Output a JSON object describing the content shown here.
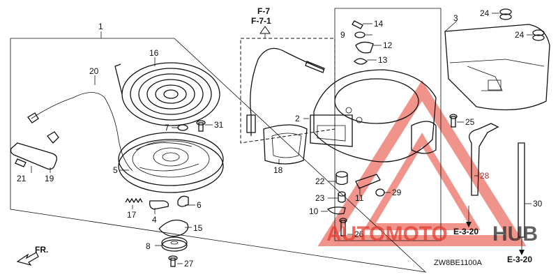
{
  "diagram": {
    "parts": [
      {
        "id": "p1",
        "label": "1"
      },
      {
        "id": "p2",
        "label": "2"
      },
      {
        "id": "p3",
        "label": "3"
      },
      {
        "id": "p4",
        "label": "4"
      },
      {
        "id": "p5",
        "label": "5"
      },
      {
        "id": "p6",
        "label": "6"
      },
      {
        "id": "p7",
        "label": "7"
      },
      {
        "id": "p8",
        "label": "8"
      },
      {
        "id": "p9",
        "label": "9"
      },
      {
        "id": "p10",
        "label": "10"
      },
      {
        "id": "p11",
        "label": "11"
      },
      {
        "id": "p12",
        "label": "12"
      },
      {
        "id": "p13",
        "label": "13"
      },
      {
        "id": "p14",
        "label": "14"
      },
      {
        "id": "p15",
        "label": "15"
      },
      {
        "id": "p16",
        "label": "16"
      },
      {
        "id": "p17",
        "label": "17"
      },
      {
        "id": "p18",
        "label": "18"
      },
      {
        "id": "p19",
        "label": "19"
      },
      {
        "id": "p20",
        "label": "20"
      },
      {
        "id": "p21",
        "label": "21"
      },
      {
        "id": "p22",
        "label": "22"
      },
      {
        "id": "p23",
        "label": "23"
      },
      {
        "id": "p24a",
        "label": "24"
      },
      {
        "id": "p24b",
        "label": "24"
      },
      {
        "id": "p25",
        "label": "25"
      },
      {
        "id": "p26",
        "label": "26"
      },
      {
        "id": "p27",
        "label": "27"
      },
      {
        "id": "p28",
        "label": "28"
      },
      {
        "id": "p29",
        "label": "29"
      },
      {
        "id": "p30",
        "label": "30"
      },
      {
        "id": "p31",
        "label": "31"
      }
    ],
    "references": {
      "top_line1": "F-7",
      "top_line2": "F-7-1",
      "bottom_left": "E-3-20",
      "bottom_right": "E-3-20"
    },
    "direction_label": "FR.",
    "drawing_code": "ZW8BE1100A",
    "watermark": {
      "word_part1": "AUTOMOTO",
      "word_part2": "HUB",
      "color_primary": "#e23b2e",
      "color_secondary": "#2b2b2b"
    }
  }
}
